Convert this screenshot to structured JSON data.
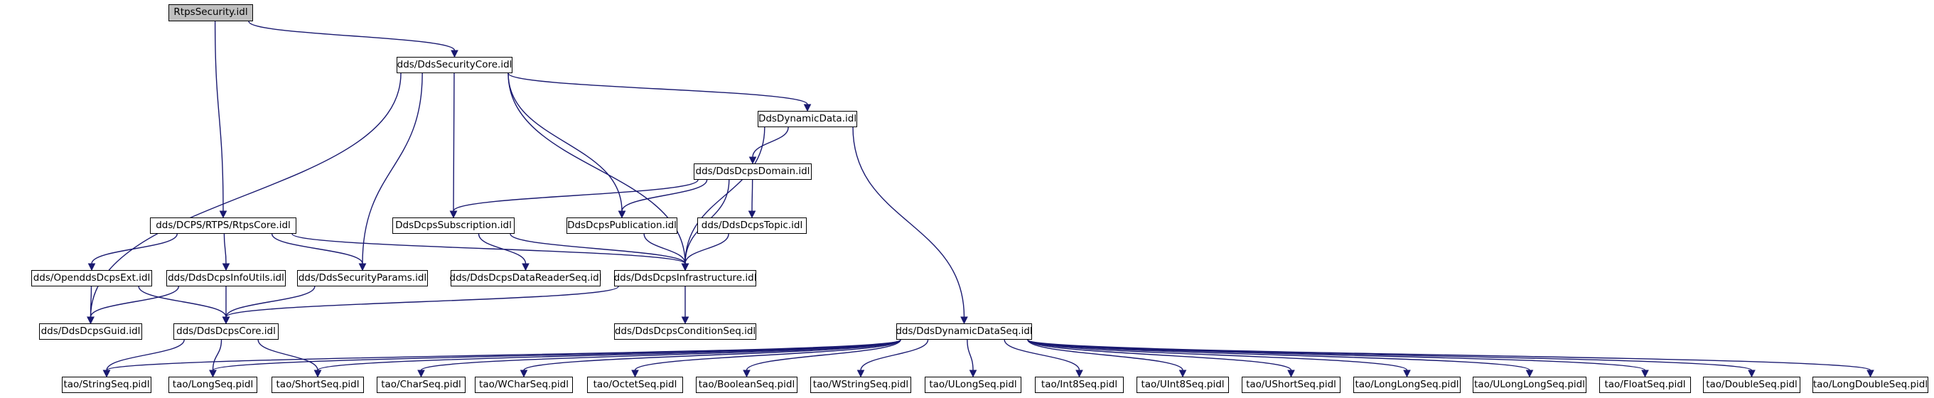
{
  "colors": {
    "edge": "#191970",
    "node_border": "#000000",
    "root_fill": "#bfbfbf",
    "node_fill": "#ffffff"
  },
  "nodes": [
    {
      "id": "rtpssecurity",
      "label": "RtpsSecurity.idl",
      "root": true
    },
    {
      "id": "securitycore",
      "label": "dds/DdsSecurityCore.idl"
    },
    {
      "id": "dynamicdata",
      "label": "DdsDynamicData.idl"
    },
    {
      "id": "domain",
      "label": "dds/DdsDcpsDomain.idl"
    },
    {
      "id": "rtpscore",
      "label": "dds/DCPS/RTPS/RtpsCore.idl"
    },
    {
      "id": "subscription",
      "label": "DdsDcpsSubscription.idl"
    },
    {
      "id": "publication",
      "label": "DdsDcpsPublication.idl"
    },
    {
      "id": "topic",
      "label": "dds/DdsDcpsTopic.idl"
    },
    {
      "id": "opendddsext",
      "label": "dds/OpenddsDcpsExt.idl"
    },
    {
      "id": "infoutils",
      "label": "dds/DdsDcpsInfoUtils.idl"
    },
    {
      "id": "securityparams",
      "label": "dds/DdsSecurityParams.idl"
    },
    {
      "id": "datareaderseq",
      "label": "dds/DdsDcpsDataReaderSeq.idl"
    },
    {
      "id": "infrastructure",
      "label": "dds/DdsDcpsInfrastructure.idl"
    },
    {
      "id": "guid",
      "label": "dds/DdsDcpsGuid.idl"
    },
    {
      "id": "dcpscore",
      "label": "dds/DdsDcpsCore.idl"
    },
    {
      "id": "conditionseq",
      "label": "dds/DdsDcpsConditionSeq.idl"
    },
    {
      "id": "dynamicdataseq",
      "label": "dds/DdsDynamicDataSeq.idl"
    },
    {
      "id": "stringseq",
      "label": "tao/StringSeq.pidl"
    },
    {
      "id": "longseq",
      "label": "tao/LongSeq.pidl"
    },
    {
      "id": "shortseq",
      "label": "tao/ShortSeq.pidl"
    },
    {
      "id": "charseq",
      "label": "tao/CharSeq.pidl"
    },
    {
      "id": "wcharseq",
      "label": "tao/WCharSeq.pidl"
    },
    {
      "id": "octetseq",
      "label": "tao/OctetSeq.pidl"
    },
    {
      "id": "booleanseq",
      "label": "tao/BooleanSeq.pidl"
    },
    {
      "id": "wstringseq",
      "label": "tao/WStringSeq.pidl"
    },
    {
      "id": "ulongseq",
      "label": "tao/ULongSeq.pidl"
    },
    {
      "id": "int8seq",
      "label": "tao/Int8Seq.pidl"
    },
    {
      "id": "uint8seq",
      "label": "tao/UInt8Seq.pidl"
    },
    {
      "id": "ushortseq",
      "label": "tao/UShortSeq.pidl"
    },
    {
      "id": "longlongseq",
      "label": "tao/LongLongSeq.pidl"
    },
    {
      "id": "ulonglongseq",
      "label": "tao/ULongLongSeq.pidl"
    },
    {
      "id": "floatseq",
      "label": "tao/FloatSeq.pidl"
    },
    {
      "id": "doubleseq",
      "label": "tao/DoubleSeq.pidl"
    },
    {
      "id": "longdoubleseq",
      "label": "tao/LongDoubleSeq.pidl"
    }
  ],
  "edges": [
    [
      "rtpssecurity",
      "securitycore"
    ],
    [
      "rtpssecurity",
      "rtpscore"
    ],
    [
      "securitycore",
      "guid"
    ],
    [
      "securitycore",
      "securityparams"
    ],
    [
      "securitycore",
      "subscription"
    ],
    [
      "securitycore",
      "infrastructure"
    ],
    [
      "securitycore",
      "publication"
    ],
    [
      "securitycore",
      "dynamicdata"
    ],
    [
      "dynamicdata",
      "domain"
    ],
    [
      "dynamicdata",
      "infrastructure"
    ],
    [
      "dynamicdata",
      "dynamicdataseq"
    ],
    [
      "domain",
      "subscription"
    ],
    [
      "domain",
      "publication"
    ],
    [
      "domain",
      "topic"
    ],
    [
      "domain",
      "infrastructure"
    ],
    [
      "rtpscore",
      "opendddsext"
    ],
    [
      "rtpscore",
      "infoutils"
    ],
    [
      "rtpscore",
      "securityparams"
    ],
    [
      "rtpscore",
      "infrastructure"
    ],
    [
      "subscription",
      "datareaderseq"
    ],
    [
      "subscription",
      "infrastructure"
    ],
    [
      "publication",
      "infrastructure"
    ],
    [
      "topic",
      "infrastructure"
    ],
    [
      "opendddsext",
      "guid"
    ],
    [
      "opendddsext",
      "dcpscore"
    ],
    [
      "infoutils",
      "guid"
    ],
    [
      "infoutils",
      "dcpscore"
    ],
    [
      "securityparams",
      "dcpscore"
    ],
    [
      "infrastructure",
      "dcpscore"
    ],
    [
      "infrastructure",
      "conditionseq"
    ],
    [
      "dcpscore",
      "stringseq"
    ],
    [
      "dcpscore",
      "longseq"
    ],
    [
      "dcpscore",
      "shortseq"
    ],
    [
      "dynamicdataseq",
      "stringseq"
    ],
    [
      "dynamicdataseq",
      "longseq"
    ],
    [
      "dynamicdataseq",
      "shortseq"
    ],
    [
      "dynamicdataseq",
      "charseq"
    ],
    [
      "dynamicdataseq",
      "wcharseq"
    ],
    [
      "dynamicdataseq",
      "octetseq"
    ],
    [
      "dynamicdataseq",
      "booleanseq"
    ],
    [
      "dynamicdataseq",
      "wstringseq"
    ],
    [
      "dynamicdataseq",
      "ulongseq"
    ],
    [
      "dynamicdataseq",
      "int8seq"
    ],
    [
      "dynamicdataseq",
      "uint8seq"
    ],
    [
      "dynamicdataseq",
      "ushortseq"
    ],
    [
      "dynamicdataseq",
      "longlongseq"
    ],
    [
      "dynamicdataseq",
      "ulonglongseq"
    ],
    [
      "dynamicdataseq",
      "floatseq"
    ],
    [
      "dynamicdataseq",
      "doubleseq"
    ],
    [
      "dynamicdataseq",
      "longdoubleseq"
    ]
  ]
}
